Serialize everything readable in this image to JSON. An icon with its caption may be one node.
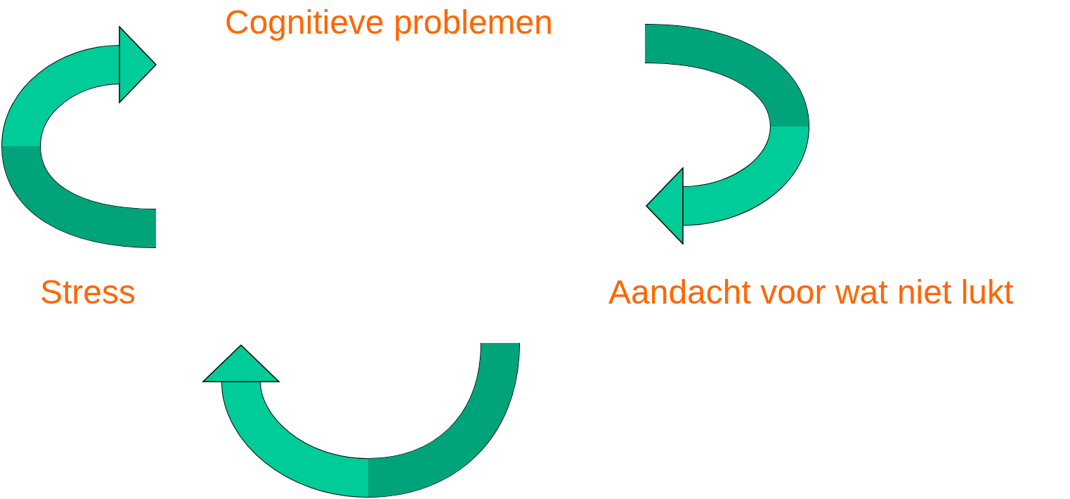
{
  "diagram": {
    "nodes": [
      {
        "text": [
          "Cognitieve problemen"
        ]
      },
      {
        "text": [
          "Stress"
        ]
      },
      {
        "text": [
          "Aandacht voor wat niet lukt"
        ]
      }
    ]
  }
}
